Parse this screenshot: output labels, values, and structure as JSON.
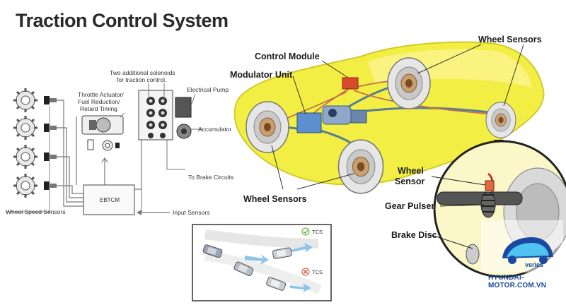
{
  "title": "Traction Control System",
  "left_diagram": {
    "solenoids_note_line1": "Two additional solenoids",
    "solenoids_note_line2": "for traction control.",
    "throttle_line1": "Throttle Actuator/",
    "throttle_line2": "Fuel Reduction/",
    "throttle_line3": "Retard Timing",
    "electrical_pump": "Electrical Pump",
    "accumulator": "Accumulator",
    "to_brake_circuits": "To Brake Circuits",
    "ebtcm": "EBTCM",
    "input_sensors": "Input Sensors",
    "wheel_speed_sensors": "Wheel Speed Sensors"
  },
  "car_diagram": {
    "control_module": "Control Module",
    "modulator_unit": "Modulator Unit",
    "wheel_sensors_top": "Wheel Sensors",
    "wheel_sensors_bottom": "Wheel Sensors",
    "wheel_sensor_line1": "Wheel",
    "wheel_sensor_line2": "Sensor",
    "gear_pulser": "Gear Pulser",
    "brake_disc": "Brake Disc",
    "body_color": "#f2ee3a",
    "wheel_color": "#d8d8d8"
  },
  "tcs_inset": {
    "tcs_on": "TCS",
    "tcs_off": "TCS"
  },
  "watermark": {
    "brand": "HYUNDAI-MOTOR.COM.VN",
    "logo_text": "veries"
  }
}
